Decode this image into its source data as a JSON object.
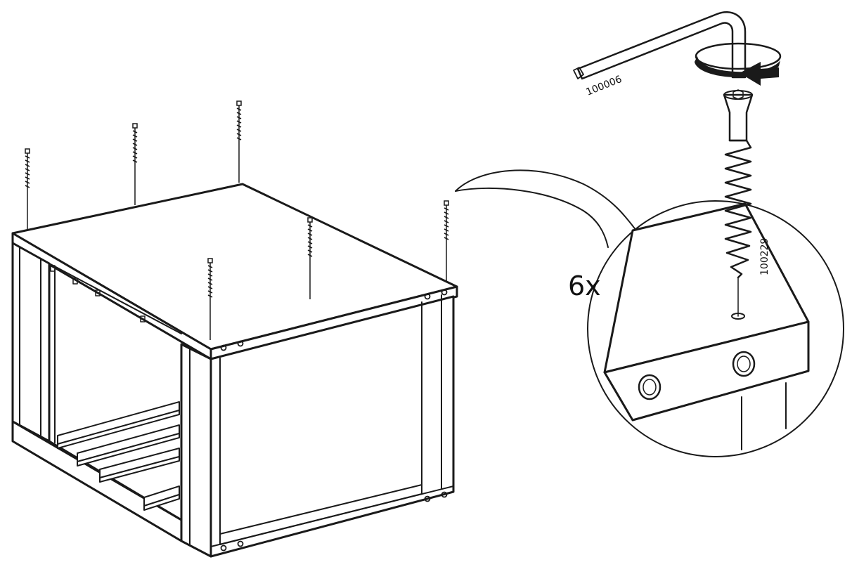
{
  "diagram": {
    "quantity_label": "6x",
    "allen_key_part_number": "100006",
    "screw_part_number": "100229",
    "screw_count": 6
  }
}
